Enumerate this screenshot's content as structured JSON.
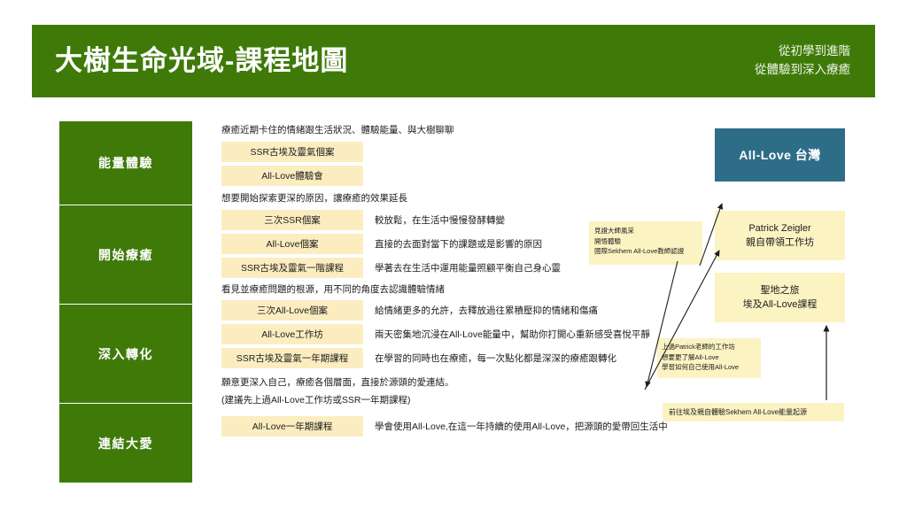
{
  "header": {
    "title": "大樹生命光域-課程地圖",
    "tagline_line1": "從初學到進階",
    "tagline_line2": "從體驗到深入療癒",
    "band_color": "#3f7a09"
  },
  "colors": {
    "green": "#3f7a09",
    "pill_yellow": "#fcedc1",
    "note_yellow": "#fcf3c3",
    "teal": "#2e6d87",
    "text": "#1c1c1c"
  },
  "stages": [
    {
      "label": "能量體驗"
    },
    {
      "label": "開始療癒"
    },
    {
      "label": "深入轉化"
    },
    {
      "label": "連結大愛"
    }
  ],
  "sections": [
    {
      "lead": "療癒近期卡住的情緒跟生活狀況、體驗能量、與大樹聊聊",
      "rows": [
        {
          "course": "SSR古埃及靈氣個案",
          "desc": ""
        },
        {
          "course": "All-Love體驗會",
          "desc": ""
        }
      ]
    },
    {
      "lead": "想要開始探索更深的原因，讓療癒的效果延長",
      "rows": [
        {
          "course": "三次SSR個案",
          "desc": "較放鬆，在生活中慢慢發酵轉變"
        },
        {
          "course": "All-Love個案",
          "desc": "直接的去面對當下的課題或是影響的原因"
        },
        {
          "course": "SSR古埃及靈氣一階課程",
          "desc": "學著去在生活中運用能量照顧平衡自己身心靈"
        }
      ]
    },
    {
      "lead": "看見並療癒問題的根源，用不同的角度去認識體驗情緒",
      "rows": [
        {
          "course": "三次All-Love個案",
          "desc": "給情緒更多的允許，去釋放過往累積壓抑的情緒和傷痛"
        },
        {
          "course": "All-Love工作坊",
          "desc": "兩天密集地沉浸在All-Love能量中，幫助你打開心重新感受喜悅平靜"
        },
        {
          "course": "SSR古埃及靈氣一年期課程",
          "desc": "在學習的同時也在療癒，每一次點化都是深深的療癒跟轉化"
        }
      ]
    },
    {
      "lead": "願意更深入自己，療癒各個層面，直接於源頭的愛連結。",
      "lead2": "(建議先上過All-Love工作坊或SSR一年期課程)",
      "rows": [
        {
          "course": "All-Love一年期課程",
          "desc": "學會使用All-Love,在這一年持續的使用All-Love，把源頭的愛帶回生活中"
        }
      ]
    }
  ],
  "right_panel": {
    "brand_box": "All-Love 台灣",
    "patrick_box": {
      "line1": "Patrick Zeigler",
      "line2": "親自帶領工作坊"
    },
    "egypt_box": {
      "line1": "聖地之旅",
      "line2": "埃及All-Love課程"
    },
    "cert_note": {
      "line1": "見證大師風采",
      "line2": "開悟體驗",
      "line3": "國際Sekhem All-Love教師認證"
    },
    "workshop_note": {
      "line1": "上過Patrick老師的工作坊",
      "line2": "想要更了解All-Love",
      "line3": "學習如何自己使用All-Love"
    },
    "origin_note": "前往埃及親自體驗Sekhem All-Love能量起源"
  }
}
